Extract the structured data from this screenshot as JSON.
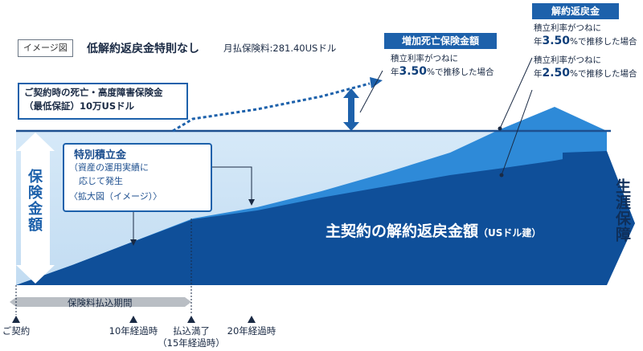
{
  "header": {
    "image_tag": "イメージ図",
    "title": "低解約返戻金特則なし",
    "premium": "月払保険料:281.40USドル"
  },
  "death_benefit_increase": {
    "badge": "増加死亡保険金額",
    "line1": "積立利率がつねに",
    "line2_prefix": "年",
    "line2_rate": "3.50",
    "line2_suffix": "%で推移した場合"
  },
  "surrender_value": {
    "badge": "解約返戻金",
    "case_a": {
      "line1": "積立利率がつねに",
      "prefix": "年",
      "rate": "3.50",
      "suffix": "%で推移した場合"
    },
    "case_b": {
      "line1": "積立利率がつねに",
      "prefix": "年",
      "rate": "2.50",
      "suffix": "%で推移した場合"
    }
  },
  "min_guarantee": {
    "line1": "ご契約時の死亡・高度障害保険金",
    "line2": "（最低保証）10万USドル"
  },
  "special_reserve": {
    "title": "特別積立金",
    "line1": "（資産の運用実績に",
    "line2": "応じて発生",
    "line3": "〈拡大図（イメージ）〉"
  },
  "vertical_label": "保険金額",
  "lifetime_label": "生涯保障",
  "main_surrender": {
    "text": "主契約の解約返戻金額",
    "unit": "（USドル建）"
  },
  "premium_period": "保険料払込期間",
  "timeline": [
    {
      "label": "ご契約",
      "sub": ""
    },
    {
      "label": "10年経過時",
      "sub": ""
    },
    {
      "label": "払込満了",
      "sub": "（15年経過時）"
    },
    {
      "label": "20年経過時",
      "sub": ""
    }
  ],
  "colors": {
    "brand": "#1d61ab",
    "dark": "#0f4f99",
    "mid": "#2e8ad8",
    "light": "#c9e1f5"
  }
}
